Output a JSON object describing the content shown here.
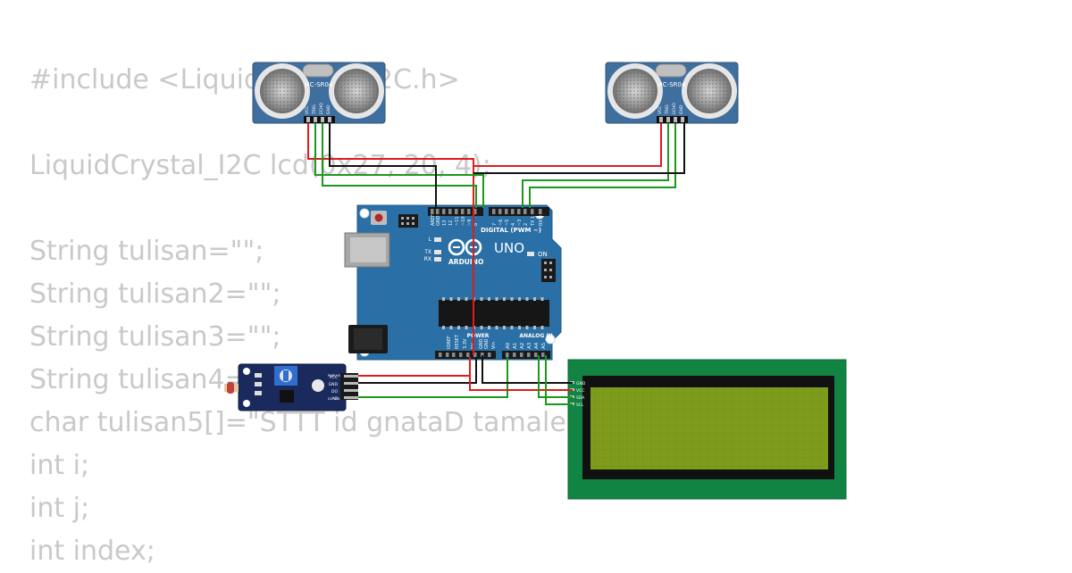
{
  "code_lines": [
    "#include <LiquidCrystal_I2C.h>",
    "",
    "LiquidCrystal_I2C lcd(0x27, 20, 4);",
    "",
    "String tulisan=\"\";",
    "String tulisan2=\"\";",
    "String tulisan3=\"\";",
    "String tulisan4=\"\";",
    "char tulisan5[]=\"STTT id gnataD tamaleS\";",
    "int i;",
    "int j;",
    "int index;"
  ],
  "sensor_left": {
    "model": "HC-SR04",
    "pins": [
      "VCC",
      "TRIG",
      "ECHO",
      "GND"
    ]
  },
  "sensor_right": {
    "model": "HC-SR04",
    "pins": [
      "VCC",
      "TRIG",
      "ECHO",
      "GND"
    ]
  },
  "arduino": {
    "brand": "ARDUINO",
    "model": "UNO",
    "digital_label": "DIGITAL (PWM ~)",
    "power_label": "POWER",
    "analog_label": "ANALOG IN",
    "on_label": "ON",
    "led_labels": [
      "L",
      "TX",
      "RX"
    ],
    "top_pins": [
      "AREF",
      "GND",
      "13",
      "12",
      "~11",
      "~10",
      "~9",
      "8",
      "7",
      "~6",
      "~5",
      "4",
      "~3",
      "2",
      "TX 1",
      "RX 0"
    ],
    "power_pins": [
      "IOREF",
      "RESET",
      "3.3V",
      "5V",
      "GND",
      "GND",
      "Vin"
    ],
    "analog_pins": [
      "A0",
      "A1",
      "A2",
      "A3",
      "A4",
      "A5"
    ]
  },
  "ldr_module": {
    "pins": [
      "VCC",
      "GND",
      "DO",
      "AO"
    ],
    "led_labels": [
      "PWR LED",
      "DO LED"
    ]
  },
  "lcd": {
    "pins": [
      "GND",
      "VCC",
      "SDA",
      "SCL"
    ]
  },
  "colors": {
    "board_blue": "#2a6fa5",
    "sensor_blue": "#3f6f9f",
    "lcd_green": "#118342",
    "lcd_screen": "#7e9c1c",
    "wire_red": "#e01b1b",
    "wire_black": "#111111",
    "wire_green": "#1a9a1a",
    "code_text": "#c9c9c9"
  }
}
